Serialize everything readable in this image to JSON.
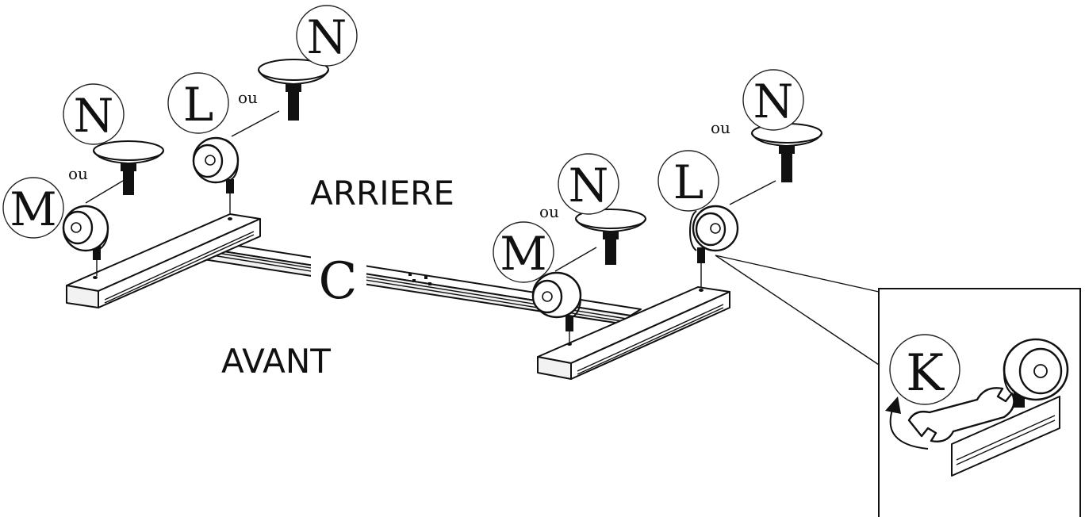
{
  "labels": {
    "rear": "ARRIERE",
    "front": "AVANT",
    "frame_part": "C",
    "tool_part": "K"
  },
  "parts": {
    "foot": "N",
    "wheel_with_brake": "L",
    "wheel": "M",
    "or_word": "ou"
  }
}
